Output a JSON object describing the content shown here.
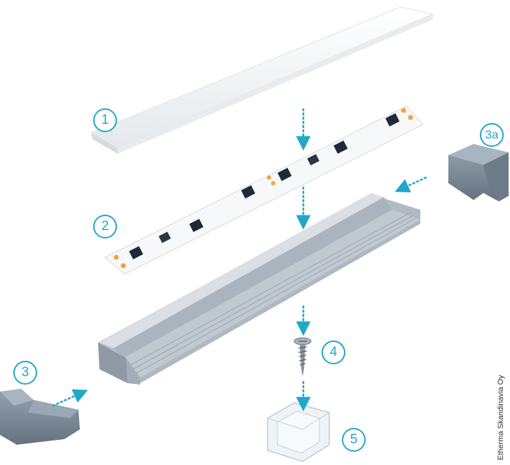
{
  "callouts": {
    "diffuser": "1",
    "led_strip": "2",
    "end_cap_left": "3",
    "end_cap_right": "3a",
    "screw": "4",
    "mounting_clip": "5"
  },
  "credit": "Etherma Skandinavia Oy",
  "colors": {
    "accent": "#1fa8c9",
    "aluminium": "#b4bec8",
    "end_cap": "#7a8898",
    "diffuser": "#f2f4f6"
  }
}
